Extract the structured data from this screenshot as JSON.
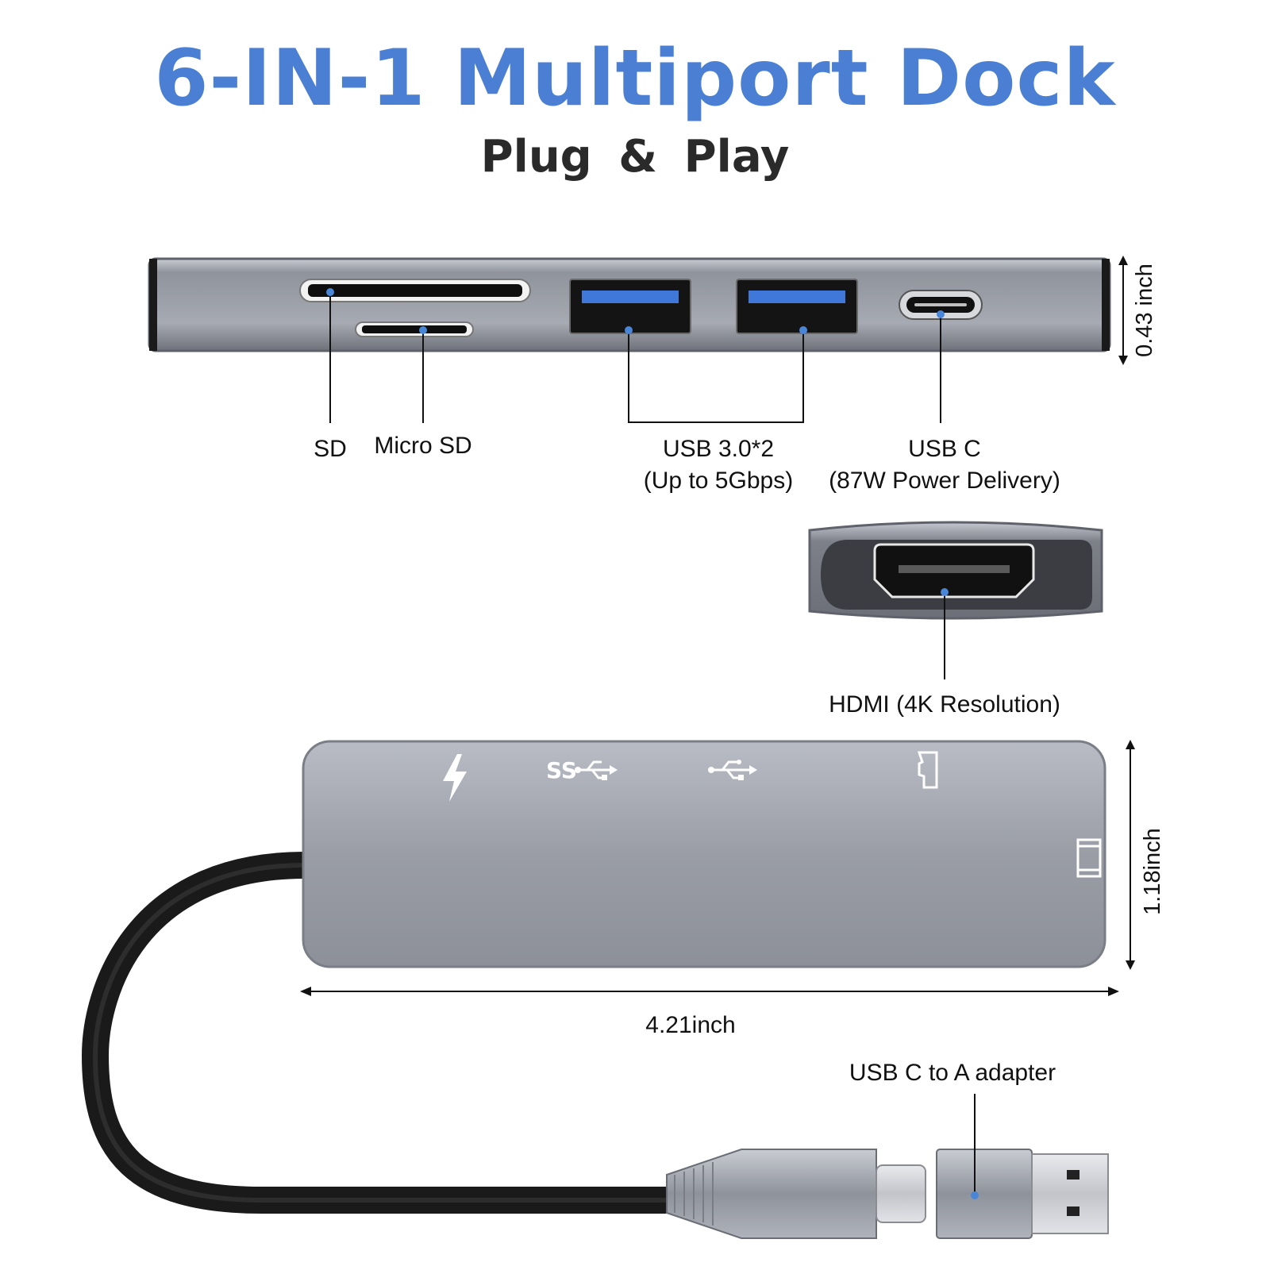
{
  "header": {
    "title": "6-IN-1 Multiport Dock",
    "subtitle": "Plug & Play"
  },
  "labels": {
    "sd": "SD",
    "micro_sd": "Micro SD",
    "usb3_line1": "USB 3.0*2",
    "usb3_line2": "(Up to 5Gbps)",
    "usbc_line1": "USB C",
    "usbc_line2": "(87W Power Delivery)",
    "hdmi": "HDMI (4K Resolution)",
    "adapter": "USB C to A adapter"
  },
  "dimensions": {
    "thickness": "0.43 inch",
    "width": "4.21inch",
    "height": "1.18inch"
  },
  "icons": [
    "lightning-icon",
    "ss-usb-icon",
    "usb-icon",
    "micro-sd-icon",
    "sd-card-icon"
  ],
  "colors": {
    "title": "#4a7fd4",
    "usb_blue": "#3f78d8",
    "dock_gray": "#9ea1ab",
    "dot": "#4a86d8"
  }
}
